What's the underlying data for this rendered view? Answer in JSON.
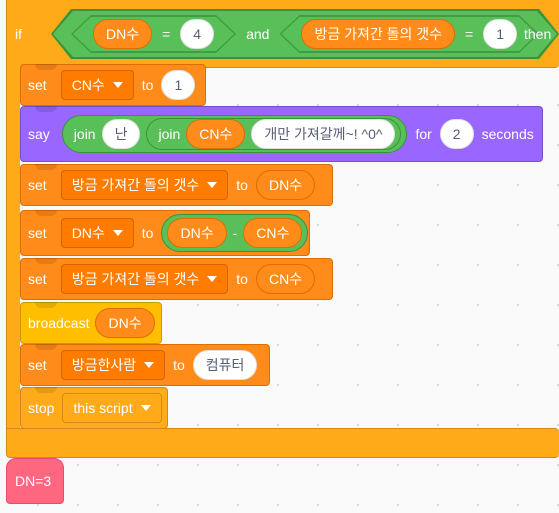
{
  "if_block": {
    "if_label": "if",
    "then_label": "then",
    "and_label": "and",
    "left_compare": {
      "var": "DN수",
      "op": "=",
      "value": "4"
    },
    "right_compare": {
      "var": "방금 가져간 돌의 갯수",
      "op": "=",
      "value": "1"
    }
  },
  "blocks": {
    "set1": {
      "set_label": "set",
      "var": "CN수",
      "to_label": "to",
      "value": "1"
    },
    "say": {
      "say_label": "say",
      "join1_label": "join",
      "join1_text": "난",
      "join2_label": "join",
      "join2_var": "CN수",
      "join2_text": "개만 가져갈께~! ^0^",
      "for_label": "for",
      "secs": "2",
      "seconds_label": "seconds"
    },
    "set2": {
      "set_label": "set",
      "var": "방금 가져간 돌의 갯수",
      "to_label": "to",
      "value": "DN수"
    },
    "set3": {
      "set_label": "set",
      "var": "DN수",
      "to_label": "to",
      "left": "DN수",
      "op": "-",
      "right": "CN수"
    },
    "set4": {
      "set_label": "set",
      "var": "방금 가져간 돌의 갯수",
      "to_label": "to",
      "value": "CN수"
    },
    "broadcast": {
      "label": "broadcast",
      "message": "DN수"
    },
    "set5": {
      "set_label": "set",
      "var": "방금한사람",
      "to_label": "to",
      "value": "컴퓨터"
    },
    "stop": {
      "label": "stop",
      "option": "this script"
    }
  },
  "bottom_block": {
    "label": "DN=3"
  },
  "colors": {
    "control": "#ffab19",
    "variables": "#ff8c1a",
    "looks": "#9966ff",
    "events": "#ffbf00",
    "operators": "#59c059",
    "custom": "#ff6680"
  }
}
